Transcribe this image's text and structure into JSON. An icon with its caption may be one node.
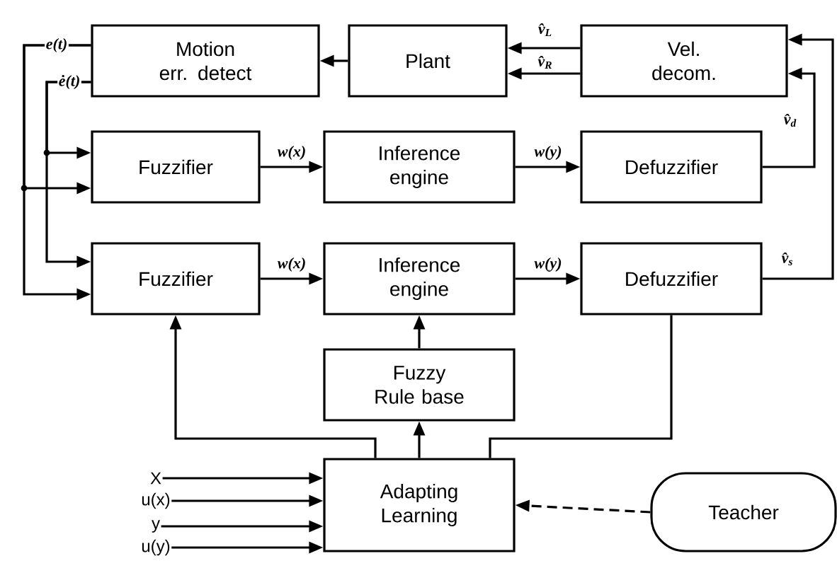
{
  "diagram": {
    "nodes": [
      {
        "text": [
          "Motion err. detect"
        ]
      },
      {
        "text": [
          "Plant"
        ]
      },
      {
        "text": [
          "Vel. decom."
        ]
      },
      {
        "text": [
          "Fuzzifier"
        ]
      },
      {
        "text": [
          "Inference engine"
        ]
      },
      {
        "text": [
          "Defuzzifier"
        ]
      },
      {
        "text": [
          "Fuzzifier"
        ]
      },
      {
        "text": [
          "Inference engine"
        ]
      },
      {
        "text": [
          "Defuzzifier"
        ]
      },
      {
        "text": [
          "Fuzzy Rule base"
        ]
      },
      {
        "text": [
          "Adapting Learning"
        ]
      },
      {
        "text": [
          "Teacher"
        ]
      },
      {
        "text": [
          "X"
        ]
      },
      {
        "text": [
          "u(x)"
        ]
      },
      {
        "text": [
          "y"
        ]
      },
      {
        "text": [
          "u(y)"
        ]
      }
    ],
    "edges": [
      {
        "from": 1,
        "to": 0,
        "arrow": "to"
      },
      {
        "from": 2,
        "to": 1,
        "arrow": "to",
        "label": "v̂$_{L}$"
      },
      {
        "from": 2,
        "to": 1,
        "arrow": "to",
        "label": "v̂$_{R}$"
      },
      {
        "from": 5,
        "to": 2,
        "arrow": "to",
        "label": "v̂$_{d}$"
      },
      {
        "from": 8,
        "to": 2,
        "arrow": "to",
        "label": "v̂$_{s}$"
      },
      {
        "from": 0,
        "to": 3,
        "arrow": "to",
        "label": "e(t)"
      },
      {
        "from": 0,
        "to": 6,
        "arrow": "to"
      },
      {
        "from": 0,
        "to": 3,
        "arrow": "to",
        "label": "ė(t)"
      },
      {
        "from": 0,
        "to": 6,
        "arrow": "to"
      },
      {
        "from": 3,
        "to": 4,
        "arrow": "to",
        "label": "w(x)"
      },
      {
        "from": 4,
        "to": 5,
        "arrow": "to",
        "label": "w(y)"
      },
      {
        "from": 6,
        "to": 7,
        "arrow": "to",
        "label": "w(x)"
      },
      {
        "from": 7,
        "to": 8,
        "arrow": "to",
        "label": "w(y)"
      },
      {
        "from": 9,
        "to": 7,
        "arrow": "to"
      },
      {
        "from": 10,
        "to": 9,
        "arrow": "to"
      },
      {
        "from": 10,
        "to": 6,
        "arrow": "to"
      },
      {
        "from": 8,
        "to": 10,
        "arrow": "none"
      },
      {
        "from": 11,
        "to": 10,
        "arrow": "to",
        "style": "dashed"
      },
      {
        "from": 12,
        "to": 10,
        "arrow": "to"
      },
      {
        "from": 13,
        "to": 10,
        "arrow": "to"
      },
      {
        "from": 14,
        "to": 10,
        "arrow": "to"
      },
      {
        "from": 15,
        "to": 10,
        "arrow": "to"
      }
    ]
  }
}
